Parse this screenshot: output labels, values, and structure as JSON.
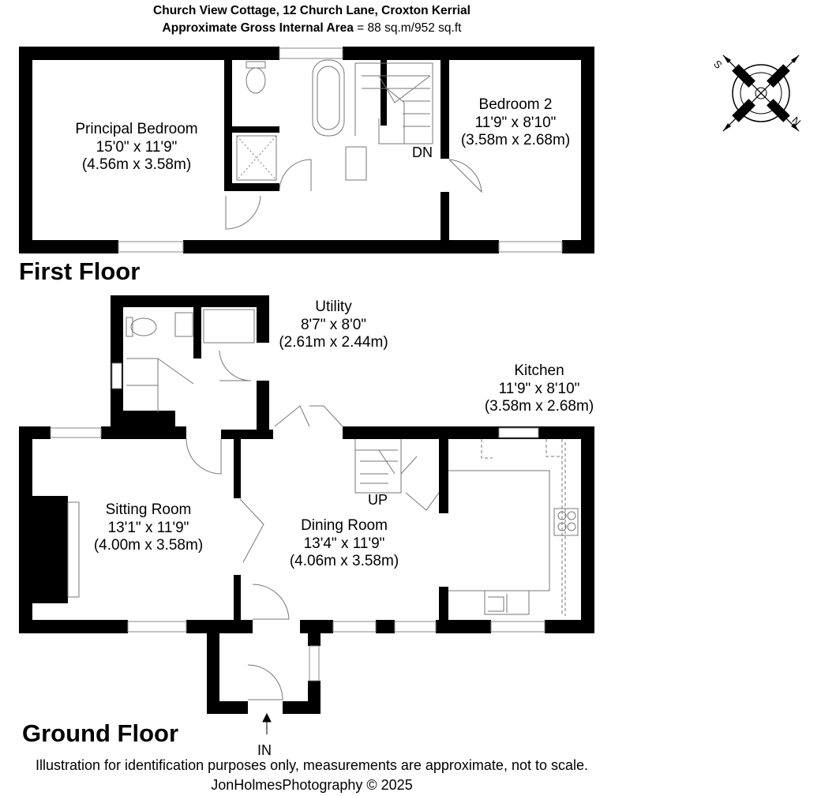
{
  "header": {
    "address": "Church View Cottage, 12 Church Lane, Croxton Kerrial",
    "area_label": "Approximate Gross Internal Area",
    "area_value": " = 88 sq.m/952 sq.ft"
  },
  "floors": {
    "first": {
      "title": "First Floor",
      "stair_label": "DN",
      "rooms": [
        {
          "name": "Principal Bedroom",
          "imperial": "15'0\" x 11'9\"",
          "metric": "(4.56m x 3.58m)"
        },
        {
          "name": "Bedroom 2",
          "imperial": "11'9\" x 8'10\"",
          "metric": "(3.58m x 2.68m)"
        }
      ]
    },
    "ground": {
      "title": "Ground Floor",
      "stair_label": "UP",
      "entrance_label": "IN",
      "rooms": [
        {
          "name": "Utility",
          "imperial": "8'7\" x 8'0\"",
          "metric": "(2.61m x 2.44m)"
        },
        {
          "name": "Kitchen",
          "imperial": "11'9\" x 8'10\"",
          "metric": "(3.58m x 2.68m)"
        },
        {
          "name": "Sitting Room",
          "imperial": "13'1\" x 11'9\"",
          "metric": "(4.00m x 3.58m)"
        },
        {
          "name": "Dining Room",
          "imperial": "13'4\" x 11'9\"",
          "metric": "(4.06m x 3.58m)"
        }
      ]
    }
  },
  "compass": {
    "n": "N",
    "s": "S"
  },
  "footer": {
    "disclaimer": "Illustration for identification purposes only, measurements are approximate, not to scale.",
    "credit": "JonHolmesPhotography © 2025"
  }
}
